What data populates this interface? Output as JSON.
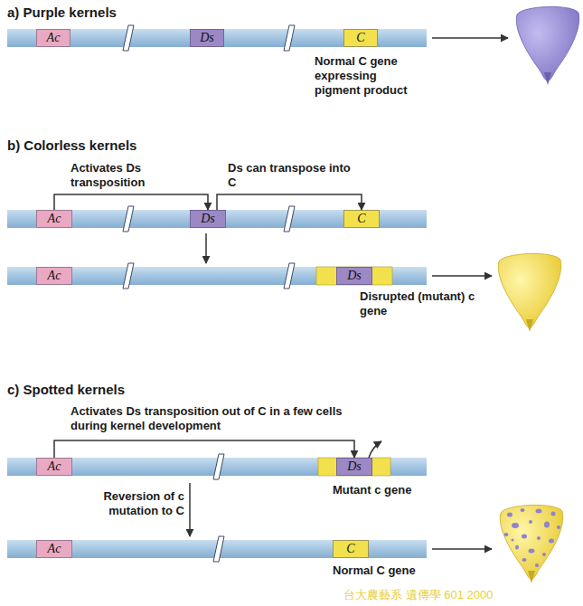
{
  "diagram": {
    "nodes": [
      {
        "text": [
          "Ac"
        ]
      },
      {
        "text": [
          "Ds"
        ]
      },
      {
        "text": [
          "C"
        ]
      },
      {
        "text": [
          "Ac"
        ]
      },
      {
        "text": [
          "Ds"
        ]
      },
      {
        "text": [
          "C"
        ]
      },
      {
        "text": [
          "Ac"
        ]
      },
      {
        "text": [
          "Ds"
        ]
      },
      {
        "text": [
          "Ac"
        ]
      },
      {
        "text": [
          "Ds"
        ]
      },
      {
        "text": [
          "Ac"
        ]
      },
      {
        "text": [
          "C"
        ]
      }
    ],
    "edges": [
      {
        "from": 3,
        "to": 4,
        "arrow": "to",
        "label": "Activates Ds transposition"
      },
      {
        "from": 4,
        "to": 5,
        "arrow": "to",
        "label": "Ds can transpose into C"
      },
      {
        "from": 8,
        "to": 9,
        "arrow": "to",
        "label": "Activates Ds transposition out of C in a few cells during kernel development"
      }
    ],
    "labels": [
      "a) Purple kernels",
      "Normal C gene expressing pigment product",
      "b) Colorless kernels",
      "Disrupted (mutant) c gene",
      "c) Spotted kernels",
      "Mutant c gene",
      "Reversion of c mutation to C",
      "Normal C gene",
      "台大農藝系 遺傳學 601 2000"
    ]
  }
}
